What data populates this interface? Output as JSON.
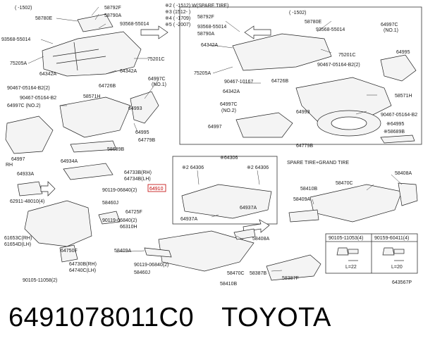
{
  "diagram": {
    "notes": {
      "n1": "(   -1502)",
      "n2": "※2 (   -1512)  W(SPARE TIRE)",
      "n3": "※3 (1512-   )",
      "n4": "※4 (   -1709)",
      "n5": "※5 (   -2007)",
      "n6": "(   -1502)",
      "spare_tire_header": "SPARE TIRE+GRAND TIRE",
      "rh": "RH"
    },
    "labels": [
      {
        "key": "a01",
        "text": "58780E"
      },
      {
        "key": "a02",
        "text": "58792F"
      },
      {
        "key": "a03",
        "text": "58790A"
      },
      {
        "key": "a04",
        "text": "93568-55014"
      },
      {
        "key": "a05",
        "text": "93568-55014"
      },
      {
        "key": "a06",
        "text": "75205A"
      },
      {
        "key": "a07",
        "text": "64342A"
      },
      {
        "key": "a08",
        "text": "75201C"
      },
      {
        "key": "a09",
        "text": "64342A"
      },
      {
        "key": "a10",
        "text": "64997C"
      },
      {
        "key": "a11",
        "text": "(NO.1)"
      },
      {
        "key": "a12",
        "text": "90467-05164-B2(2)"
      },
      {
        "key": "a13",
        "text": "64726B"
      },
      {
        "key": "a14",
        "text": "90467-05164-B2"
      },
      {
        "key": "a15",
        "text": "58571H"
      },
      {
        "key": "a16",
        "text": "64997C (NO.2)"
      },
      {
        "key": "a17",
        "text": "64993"
      },
      {
        "key": "a18",
        "text": "64995"
      },
      {
        "key": "a19",
        "text": "64779B"
      },
      {
        "key": "a20",
        "text": "58689B"
      },
      {
        "key": "a21",
        "text": "64997"
      },
      {
        "key": "b01",
        "text": "58792F"
      },
      {
        "key": "b02",
        "text": "58780E"
      },
      {
        "key": "b03",
        "text": "93568-55014"
      },
      {
        "key": "b04",
        "text": "58790A"
      },
      {
        "key": "b05",
        "text": "93568-55014"
      },
      {
        "key": "b06",
        "text": "64342A"
      },
      {
        "key": "b07",
        "text": "75201C"
      },
      {
        "key": "b08",
        "text": "90467-05164-B2(2)"
      },
      {
        "key": "b09",
        "text": "75205A"
      },
      {
        "key": "b10",
        "text": "90467-10167"
      },
      {
        "key": "b11",
        "text": "64726B"
      },
      {
        "key": "b12",
        "text": "64342A"
      },
      {
        "key": "b13",
        "text": "64997C"
      },
      {
        "key": "b14",
        "text": "(NO.2)"
      },
      {
        "key": "b15",
        "text": "64997"
      },
      {
        "key": "b16",
        "text": "64993"
      },
      {
        "key": "b17",
        "text": "64779B"
      },
      {
        "key": "b18",
        "text": "64997C"
      },
      {
        "key": "b19",
        "text": "(NO.1)"
      },
      {
        "key": "b20",
        "text": "64995"
      },
      {
        "key": "b21",
        "text": "58571H"
      },
      {
        "key": "b22",
        "text": "90467-05164-B2"
      },
      {
        "key": "b23",
        "text": "※64995"
      },
      {
        "key": "b24",
        "text": "※58689B"
      },
      {
        "key": "c01",
        "text": "64934A"
      },
      {
        "key": "c02",
        "text": "64933A"
      },
      {
        "key": "c03",
        "text": "64733B(RH)"
      },
      {
        "key": "c04",
        "text": "64734B(LH)"
      },
      {
        "key": "c05",
        "text": "90119-06840(2)"
      },
      {
        "key": "c06",
        "text": "62911-48010(4)"
      },
      {
        "key": "c07",
        "text": "58460J"
      },
      {
        "key": "c08",
        "text": "64725F"
      },
      {
        "key": "c09",
        "text": "90119-06840(2)"
      },
      {
        "key": "c10",
        "text": "66310H"
      },
      {
        "key": "c11",
        "text": "61653C(RH)"
      },
      {
        "key": "c12",
        "text": "61654D(LH)"
      },
      {
        "key": "c13",
        "text": "64750F"
      },
      {
        "key": "c14",
        "text": "64730B(RH)"
      },
      {
        "key": "c15",
        "text": "64740C(LH)"
      },
      {
        "key": "c16",
        "text": "90105-11058(2)"
      },
      {
        "key": "d01",
        "text": "※64306"
      },
      {
        "key": "d02",
        "text": "※2 64306"
      },
      {
        "key": "d03",
        "text": "※2 64306"
      },
      {
        "key": "d04",
        "text": "64910"
      },
      {
        "key": "d05",
        "text": "64937A"
      },
      {
        "key": "d06",
        "text": "64937A"
      },
      {
        "key": "e01",
        "text": "58409A"
      },
      {
        "key": "e02",
        "text": "58408A"
      },
      {
        "key": "e03",
        "text": "90119-06840(2)"
      },
      {
        "key": "e04",
        "text": "58460J"
      },
      {
        "key": "e05",
        "text": "58470C"
      },
      {
        "key": "e06",
        "text": "58387B"
      },
      {
        "key": "e07",
        "text": "58410B"
      },
      {
        "key": "e08",
        "text": "58387F"
      },
      {
        "key": "f01",
        "text": "58470C"
      },
      {
        "key": "f02",
        "text": "58408A"
      },
      {
        "key": "f03",
        "text": "58410B"
      },
      {
        "key": "f04",
        "text": "58409A"
      },
      {
        "key": "f05",
        "text": "90105-11053(4)"
      },
      {
        "key": "f06",
        "text": "90159-60411(4)"
      },
      {
        "key": "f07",
        "text": "L=22"
      },
      {
        "key": "f08",
        "text": "L=20"
      },
      {
        "key": "f09",
        "text": "643567P"
      }
    ]
  },
  "caption": {
    "part_number": "6491078011C0",
    "brand": "TOYOTA"
  }
}
